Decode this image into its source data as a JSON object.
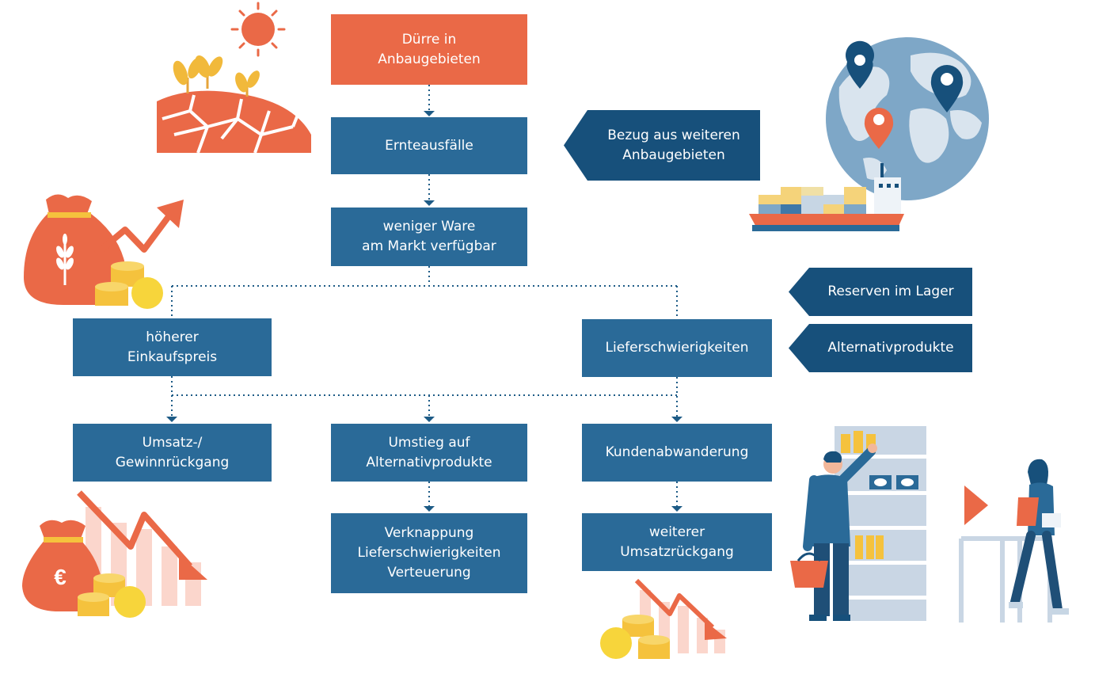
{
  "flow": {
    "drought": "Dürre in\nAnbaugebieten",
    "crop_failures": "Ernteausfälle",
    "less_goods": "weniger Ware\nam Markt verfügbar",
    "higher_price": "höherer\nEinkaufspreis",
    "supply_difficulties": "Lieferschwierigkeiten",
    "revenue_decline": "Umsatz-/\nGewinnrückgang",
    "switch_alternatives": "Umstieg auf\nAlternativprodukte",
    "customer_churn": "Kundenabwanderung",
    "scarcity": "Verknappung\nLieferschwierigkeiten\nVerteuerung",
    "further_revenue_decline": "weiterer\nUmsatzrückgang"
  },
  "measures": {
    "other_regions": "Bezug aus weiteren\nAnbaugebieten",
    "reserves": "Reserven im Lager",
    "alternatives": "Alternativprodukte"
  },
  "colors": {
    "box_blue": "#2a6a98",
    "box_orange": "#ea6947",
    "tag_navy": "#17507b",
    "connector": "#1d5b86",
    "accent_orange": "#e8643f",
    "coin_gold": "#f5c23d"
  },
  "icons": {
    "drought": "dry-soil-sun-icon",
    "globe": "globe-ship-icon",
    "price_rise": "money-bag-rising-icon",
    "revenue_fall": "money-bag-euro-falling-icon",
    "falling_coins": "coins-falling-chart-icon",
    "shopping": "supermarket-shopper-icon",
    "leaving": "customer-leaving-icon"
  }
}
